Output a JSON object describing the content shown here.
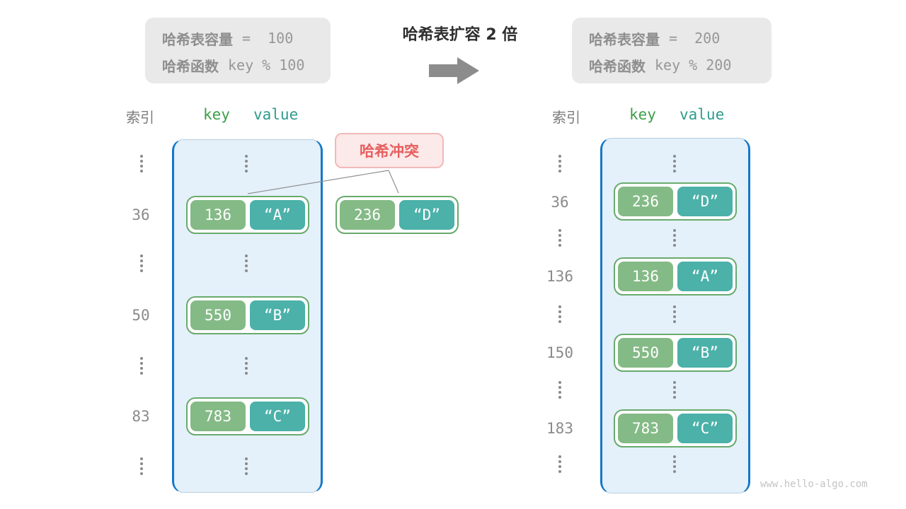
{
  "top": {
    "before_box": {
      "line1_label": "哈希表容量",
      "line1_value": "=  100",
      "line2_label": "哈希函数",
      "line2_value": "key % 100"
    },
    "title": "哈希表扩容 2 倍",
    "arrow_icon": "right-arrow",
    "after_box": {
      "line1_label": "哈希表容量",
      "line1_value": "=  200",
      "line2_label": "哈希函数",
      "line2_value": "key % 200"
    }
  },
  "collision": {
    "label": "哈希冲突",
    "pair": {
      "key": "236",
      "value": "“D”"
    }
  },
  "left_table": {
    "index_header": "索引",
    "key_header": "key",
    "value_header": "value",
    "rows": [
      {
        "index": "36",
        "key": "136",
        "value": "“A”"
      },
      {
        "index": "50",
        "key": "550",
        "value": "“B”"
      },
      {
        "index": "83",
        "key": "783",
        "value": "“C”"
      }
    ]
  },
  "right_table": {
    "index_header": "索引",
    "key_header": "key",
    "value_header": "value",
    "rows": [
      {
        "index": "36",
        "key": "236",
        "value": "“D”"
      },
      {
        "index": "136",
        "key": "136",
        "value": "“A”"
      },
      {
        "index": "150",
        "key": "550",
        "value": "“B”"
      },
      {
        "index": "183",
        "key": "783",
        "value": "“C”"
      }
    ]
  },
  "colors": {
    "container_border": "#1478c8",
    "container_bg": "#e4f0fa",
    "pair_border": "#68ab6d",
    "key_bg": "#84ba86",
    "value_bg": "#4bb1a9",
    "collision_text": "#e65f5f",
    "collision_bg": "#fce9e9",
    "info_bg": "#e9e9e9",
    "gray_text": "#8e8e8e",
    "key_header_text": "#3f9e49",
    "value_header_text": "#2e9b8d"
  },
  "watermark": "www.hello-algo.com"
}
